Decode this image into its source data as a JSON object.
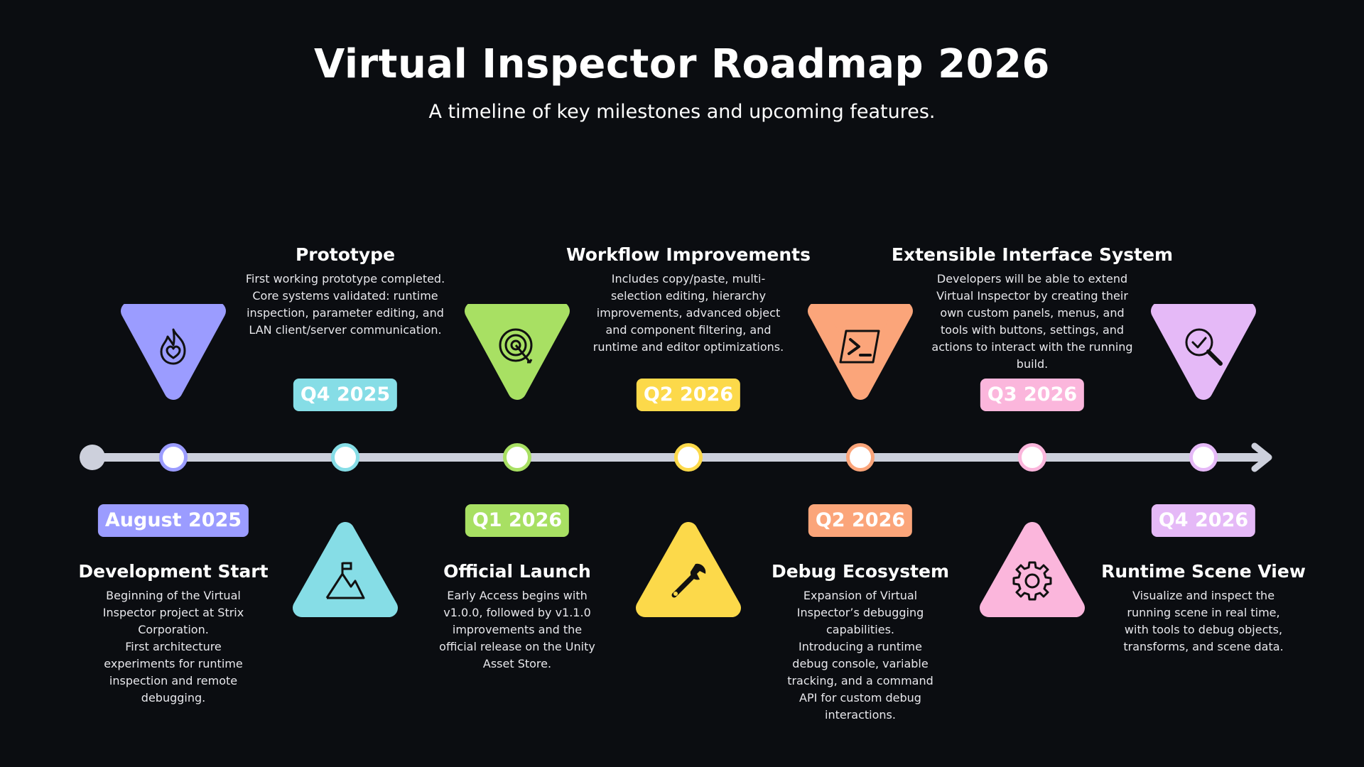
{
  "header": {
    "title": "Virtual Inspector Roadmap 2026",
    "subtitle": "A timeline of key milestones and upcoming features."
  },
  "milestones": [
    {
      "date": "August 2025",
      "title": "Development Start",
      "description": "Beginning of the Virtual\nInspector project at Strix\nCorporation.\nFirst architecture\nexperiments for runtime\ninspection and remote\ndebugging.",
      "color": "#9b9cff",
      "icon": "flame-heart-icon"
    },
    {
      "date": "Q4 2025",
      "title": "Prototype",
      "description": "First working prototype completed.\nCore systems validated: runtime\ninspection, parameter editing, and\nLAN client/server communication.",
      "color": "#86dde6",
      "icon": "mountain-flag-icon"
    },
    {
      "date": "Q1 2026",
      "title": "Official Launch",
      "description": "Early Access begins with\nv1.0.0, followed by v1.1.0\nimprovements and the\nofficial release on the Unity\nAsset Store.",
      "color": "#a8e063",
      "icon": "target-icon"
    },
    {
      "date": "Q2 2026",
      "title": "Workflow Improvements",
      "description": "Includes copy/paste, multi-\nselection editing, hierarchy\nimprovements, advanced object\nand component filtering, and\nruntime and editor optimizations.",
      "color": "#fcd94a",
      "icon": "wrench-icon"
    },
    {
      "date": "Q2 2026",
      "title": "Debug Ecosystem",
      "description": "Expansion of Virtual\nInspector’s debugging\ncapabilities.\nIntroducing a runtime\ndebug console, variable\ntracking, and a command\nAPI for custom debug\ninteractions.",
      "color": "#fba57a",
      "icon": "terminal-icon"
    },
    {
      "date": "Q3 2026",
      "title": "Extensible Interface System",
      "description": "Developers will be able to extend\nVirtual Inspector by creating their\nown custom panels, menus, and\ntools with buttons, settings, and\nactions to interact with the running\nbuild.",
      "color": "#fbb6dc",
      "icon": "gear-icon"
    },
    {
      "date": "Q4 2026",
      "title": "Runtime Scene View",
      "description": "Visualize and inspect the\nrunning scene in real time,\nwith tools to debug objects,\ntransforms, and scene data.",
      "color": "#e5b9f7",
      "icon": "magnifier-check-icon"
    }
  ]
}
